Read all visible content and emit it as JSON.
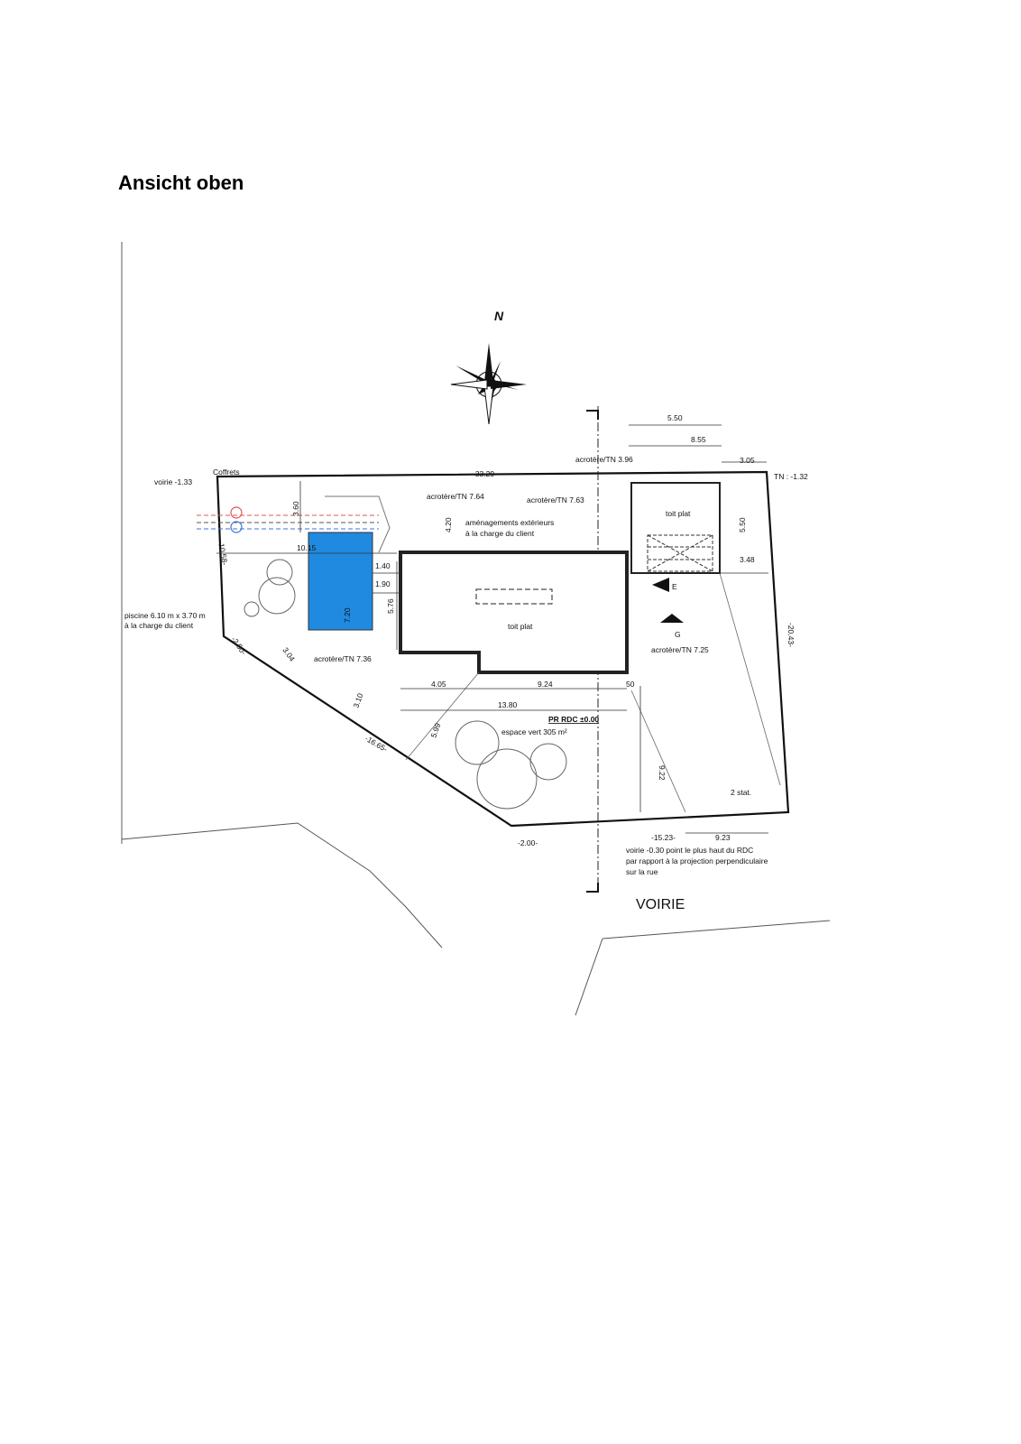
{
  "page_title": "Ansicht oben",
  "plan": {
    "north": "N",
    "labels": {
      "coffrets": "Coffrets",
      "voirie_left": "voirie -1.33",
      "top_length": "-33.29-",
      "tn_right": "TN : -1.32",
      "acrotere_396": "acrotère/TN 3.96",
      "acrotere_764": "acrotère/TN 7.64",
      "acrotere_763": "acrotère/TN 7.63",
      "amenagements_1": "aménagements extérieurs",
      "amenagements_2": "à la charge du client",
      "toit_plat_garage": "toit plat",
      "toit_plat_house": "toit plat",
      "piscine_1": "piscine 6.10 m x 3.70 m",
      "piscine_2": "à la charge du client",
      "acrotere_736": "acrotère/TN 7.36",
      "acrotere_725": "acrotère/TN 7.25",
      "pr_rdc": "PR RDC ±0.00",
      "espace_vert": "espace vert 305 m²",
      "stat": "2 stat.",
      "entry_e": "E",
      "entry_g": "G",
      "voirie_note_1": "voirie -0.30 point le plus haut du RDC",
      "voirie_note_2": "par rapport à la projection perpendiculaire",
      "voirie_note_3": "sur la rue",
      "voirie_big": "VOIRIE"
    },
    "dims": {
      "d550_top": "5.50",
      "d855": "8.55",
      "d305": "3.05",
      "d550_side": "5.50",
      "d348": "3.48",
      "d420": "4.20",
      "d360": "3.60",
      "d1015": "10.15",
      "d140": "1.40",
      "d190": "1.90",
      "d576": "5.76",
      "d720": "7.20",
      "d304": "3.04",
      "d310": "3.10",
      "d405": "4.05",
      "d924": "9.24",
      "d50": "50",
      "d1380": "13.80",
      "d599": "5.99",
      "d922": "9.22",
      "d2043": "-20.43-",
      "d1523": "-15.23-",
      "d923": "9.23",
      "d200": "-2.00-",
      "d1665": "-16.65-",
      "d250": "-2.50-",
      "d1058": "-10.58-"
    }
  },
  "colors": {
    "pool": "#1f8ae0",
    "pipe_red": "#e05555",
    "pipe_blue": "#3b73d8",
    "line": "#222222"
  }
}
